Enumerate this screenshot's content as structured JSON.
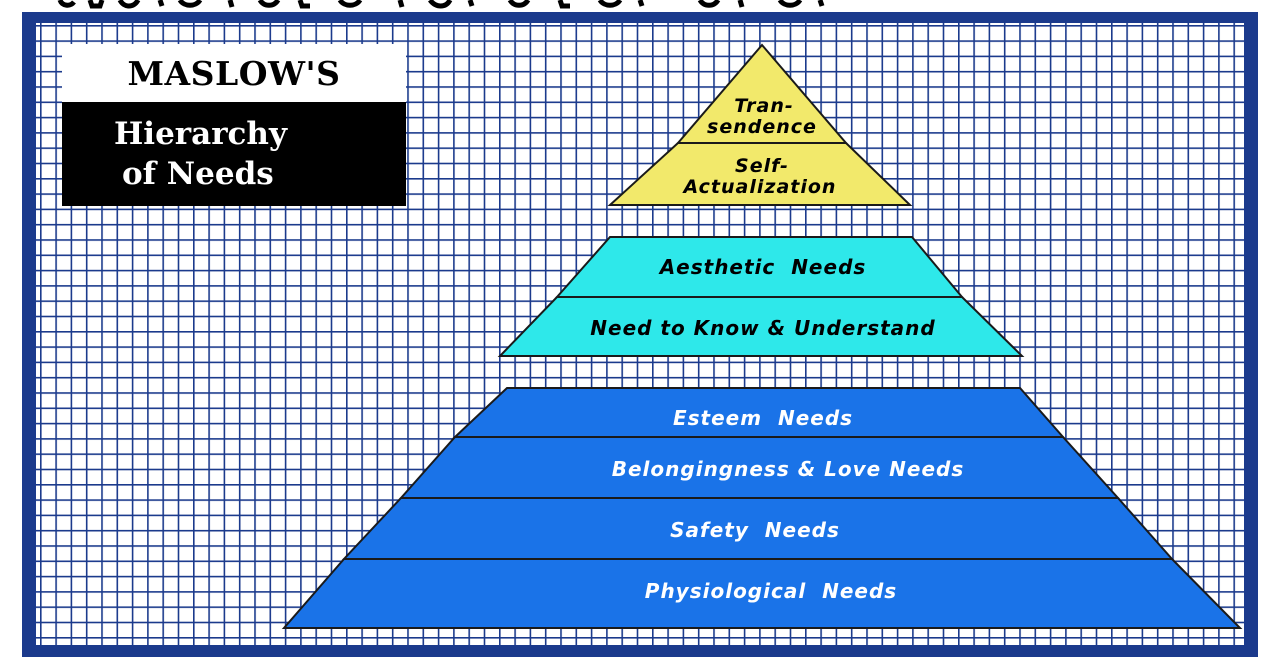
{
  "legend": {
    "title": "MASLOW'S",
    "subtitle_line1": "Hierarchy",
    "subtitle_line2": "of Needs"
  },
  "pyramid": {
    "top": {
      "transcendence_line1": "Tran-",
      "transcendence_line2": "sendence",
      "self_actualization_line1": "Self-",
      "self_actualization_line2": "Actualization",
      "color": "#f2e96b"
    },
    "middle": {
      "aesthetic": "Aesthetic  Needs",
      "know_understand": "Need to Know & Understand",
      "color": "#2ee8ea"
    },
    "base": {
      "esteem": "Esteem  Needs",
      "belongingness": "Belongingness & Love Needs",
      "safety": "Safety  Needs",
      "physiological": "Physiological  Needs",
      "color": "#1a73e8"
    }
  },
  "colors": {
    "frame": "#1b3a8c",
    "grid_line": "#1b3a8c",
    "grid_cell": "#ffffff",
    "outline": "#1a1a1a"
  }
}
